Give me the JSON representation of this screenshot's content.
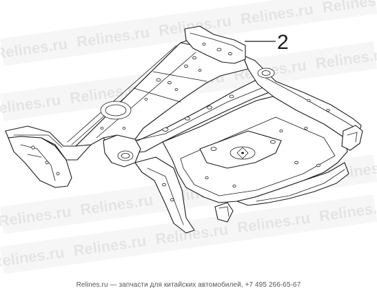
{
  "callout": {
    "number": "2"
  },
  "watermark": {
    "text": "Relines.ru"
  },
  "footer": {
    "site": "Relines.ru",
    "separator": " — ",
    "description": "запчасти для китайских автомобилей, ",
    "phone": "+7 495 266-65-67"
  },
  "colors": {
    "line": "#1a1a1a",
    "background": "#ffffff",
    "watermark": "#000000",
    "footer_text": "#555555"
  }
}
